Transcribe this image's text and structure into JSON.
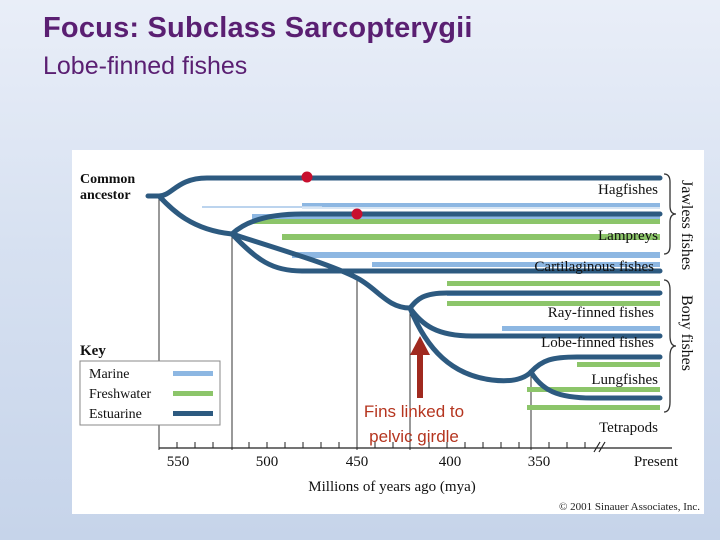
{
  "slide": {
    "title": "Focus: Subclass Sarcopterygii",
    "subtitle": "Lobe-finned fishes"
  },
  "figure": {
    "root_label": [
      "Common",
      "ancestor"
    ],
    "taxa": [
      "Hagfishes",
      "Lampreys",
      "Cartilaginous fishes",
      "Ray-finned fishes",
      "Lobe-finned fishes",
      "Lungfishes",
      "Tetrapods"
    ],
    "groups": {
      "jawless": "Jawless fishes",
      "bony": "Bony fishes"
    },
    "key": {
      "title": "Key",
      "items": [
        {
          "label": "Marine",
          "color": "#8db7e2"
        },
        {
          "label": "Freshwater",
          "color": "#8cc56a"
        },
        {
          "label": "Estuarine",
          "color": "#2d5a80"
        }
      ]
    },
    "annotation": [
      "Fins linked to",
      "pelvic girdle"
    ],
    "axis": {
      "ticks": [
        "550",
        "500",
        "450",
        "400",
        "350",
        "Present"
      ],
      "label": "Millions of years ago (mya)"
    },
    "copyright": "© 2001 Sinauer Associates, Inc.",
    "colors": {
      "estuarine": "#2d5a80",
      "marine": "#8db7e2",
      "freshwater": "#8cc56a",
      "event_dot": "#c8102e",
      "annotation": "#c0392b",
      "title": "#5a1f72"
    }
  }
}
